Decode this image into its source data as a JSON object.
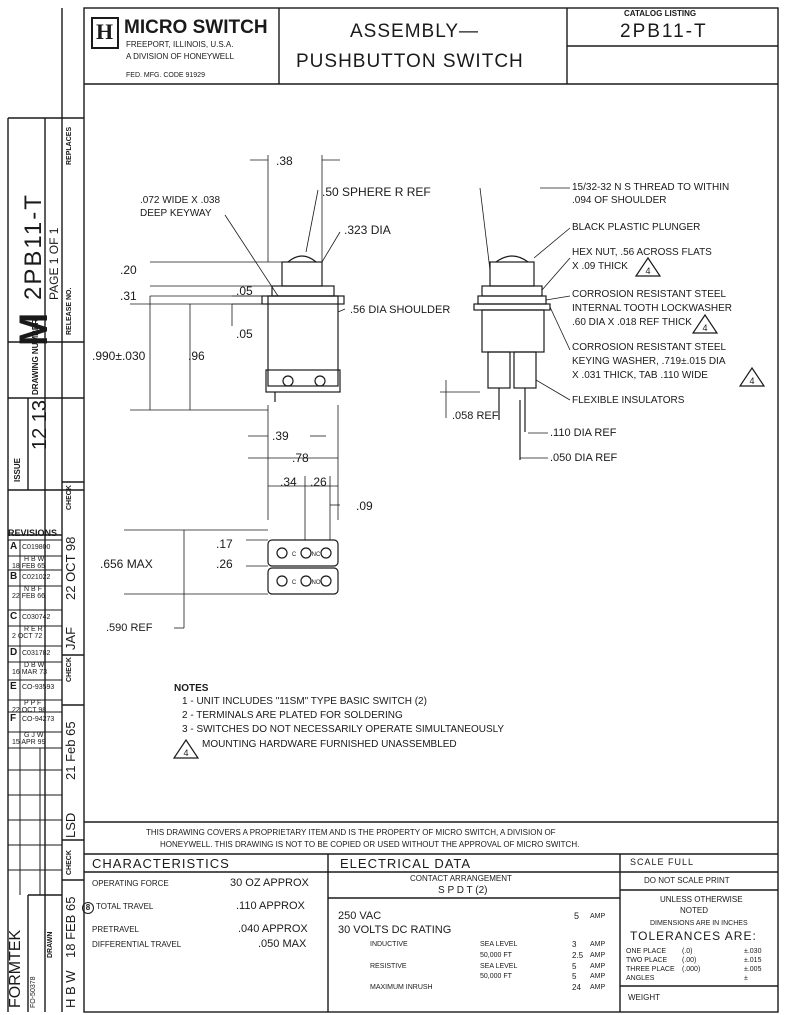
{
  "title_block": {
    "company": "MICRO SWITCH",
    "location": "FREEPORT, ILLINOIS, U.S.A.",
    "division": "A DIVISION OF HONEYWELL",
    "fed_code": "FED. MFG. CODE 91929",
    "title_line1": "ASSEMBLY—",
    "title_line2": "PUSHBUTTON SWITCH",
    "catalog_label": "CATALOG LISTING",
    "catalog_number": "2PB11-T"
  },
  "left_strip": {
    "replaces_label": "REPLACES",
    "release_label": "RELEASE NO.",
    "drawing_number": "2PB11-T",
    "page": "PAGE 1 OF 1",
    "drawing_number_label": "DRAWING NUMBER",
    "letter": "M",
    "issue_label": "ISSUE",
    "issue_value": "12 13",
    "check_label": "CHECK",
    "check_date": "22 OCT 98",
    "check_initials": "JAF",
    "check2_date": "21 Feb 65",
    "check2_initials": "LSD",
    "drawn_label": "DRAWN",
    "drawn_date": "18 FEB 65",
    "drawn_initials": "H B W",
    "formtek": "FORMTEK",
    "form_no": "FO-50378"
  },
  "revisions": {
    "label": "REVISIONS",
    "rows": [
      {
        "letter": "A",
        "ref": "C019800",
        "by": "H B W",
        "date": "18 FEB 65"
      },
      {
        "letter": "B",
        "ref": "C021022",
        "by": "N B F",
        "date": "22 FEB 66"
      },
      {
        "letter": "C",
        "ref": "C030742",
        "by": "R E R",
        "date": "2 OCT 72"
      },
      {
        "letter": "D",
        "ref": "C031782",
        "by": "D B W",
        "date": "16 MAR 73"
      },
      {
        "letter": "E",
        "ref": "CO-93593",
        "by": "P P F",
        "date": "22 OCT 98"
      },
      {
        "letter": "F",
        "ref": "CO-94273",
        "by": "G J W",
        "date": "15 APR 99"
      }
    ]
  },
  "dimensions_left": {
    "d38": ".38",
    "keyway": ".072 WIDE X .038",
    "keyway2": "DEEP KEYWAY",
    "sphere": ".50 SPHERE R REF",
    "dia323": ".323 DIA",
    "d20": ".20",
    "d31": ".31",
    "d05a": ".05",
    "d05b": ".05",
    "shoulder": ".56 DIA SHOULDER",
    "d990": ".990±.030",
    "d96": ".96",
    "d39": ".39",
    "d78": ".78",
    "d34": ".34",
    "d26": ".26",
    "d09": ".09",
    "d17": ".17",
    "d26b": ".26",
    "max656": ".656 MAX",
    "ref590": ".590 REF",
    "term_c": "C",
    "term_nc": "NC",
    "term_no": "NO"
  },
  "dimensions_right": {
    "thread1": "15/32-32 N S THREAD TO WITHIN",
    "thread2": ".094 OF SHOULDER",
    "plunger": "BLACK PLASTIC PLUNGER",
    "hex1": "HEX NUT, .56 ACROSS FLATS",
    "hex2": "X .09 THICK",
    "lock1": "CORROSION RESISTANT STEEL",
    "lock2": "INTERNAL TOOTH LOCKWASHER",
    "lock3": ".60 DIA X .018 REF THICK",
    "key1": "CORROSION RESISTANT STEEL",
    "key2": "KEYING WASHER, .719±.015 DIA",
    "key3": "X .031 THICK, TAB .110 WIDE",
    "insul": "FLEXIBLE INSULATORS",
    "ref058": ".058 REF",
    "dia110": ".110 DIA REF",
    "dia050": ".050 DIA REF",
    "flag": "4"
  },
  "notes": {
    "heading": "NOTES",
    "items": [
      "1 - UNIT INCLUDES \"11SM\" TYPE BASIC SWITCH (2)",
      "2 - TERMINALS ARE PLATED FOR SOLDERING",
      "3 - SWITCHES DO NOT NECESSARILY OPERATE SIMULTANEOUSLY",
      "MOUNTING HARDWARE FURNISHED UNASSEMBLED"
    ]
  },
  "proprietary": {
    "line1": "THIS DRAWING COVERS A PROPRIETARY ITEM AND IS THE PROPERTY OF MICRO SWITCH, A DIVISION OF",
    "line2": "HONEYWELL. THIS DRAWING IS NOT TO BE COPIED OR USED WITHOUT THE APPROVAL OF MICRO SWITCH."
  },
  "characteristics": {
    "heading": "CHARACTERISTICS",
    "rows": [
      {
        "label": "OPERATING FORCE",
        "value": "30 OZ APPROX"
      },
      {
        "label": "TOTAL TRAVEL",
        "value": ".110 APPROX"
      },
      {
        "label": "PRETRAVEL",
        "value": ".040 APPROX"
      },
      {
        "label": "DIFFERENTIAL TRAVEL",
        "value": ".050 MAX"
      }
    ],
    "flag": "8"
  },
  "electrical": {
    "heading": "ELECTRICAL DATA",
    "contact_label": "CONTACT ARRANGEMENT",
    "contact_value": "S P D T (2)",
    "vac": "250 VAC",
    "vac_amp": "5",
    "vdc": "30 VOLTS DC RATING",
    "rows": [
      {
        "label": "INDUCTIVE",
        "sub": "SEA LEVEL",
        "val": "3"
      },
      {
        "label": "",
        "sub": "50,000 FT",
        "val": "2.5"
      },
      {
        "label": "RESISTIVE",
        "sub": "SEA LEVEL",
        "val": "5"
      },
      {
        "label": "",
        "sub": "50,000 FT",
        "val": "5"
      },
      {
        "label": "MAXIMUM INRUSH",
        "sub": "",
        "val": "24"
      }
    ],
    "amp": "AMP"
  },
  "scale": {
    "scale": "SCALE FULL",
    "no_scale": "DO NOT SCALE PRINT",
    "unless1": "UNLESS OTHERWISE",
    "unless2": "NOTED",
    "dims_in": "DIMENSIONS ARE IN INCHES",
    "tolerances": "TOLERANCES ARE:",
    "tol_rows": [
      {
        "label": "ONE PLACE",
        "fmt": "(.0)",
        "tol": "±.030"
      },
      {
        "label": "TWO PLACE",
        "fmt": "(.00)",
        "tol": "±.015"
      },
      {
        "label": "THREE PLACE",
        "fmt": "(.000)",
        "tol": "±.005"
      },
      {
        "label": "ANGLES",
        "fmt": "",
        "tol": "±"
      }
    ],
    "weight": "WEIGHT"
  }
}
